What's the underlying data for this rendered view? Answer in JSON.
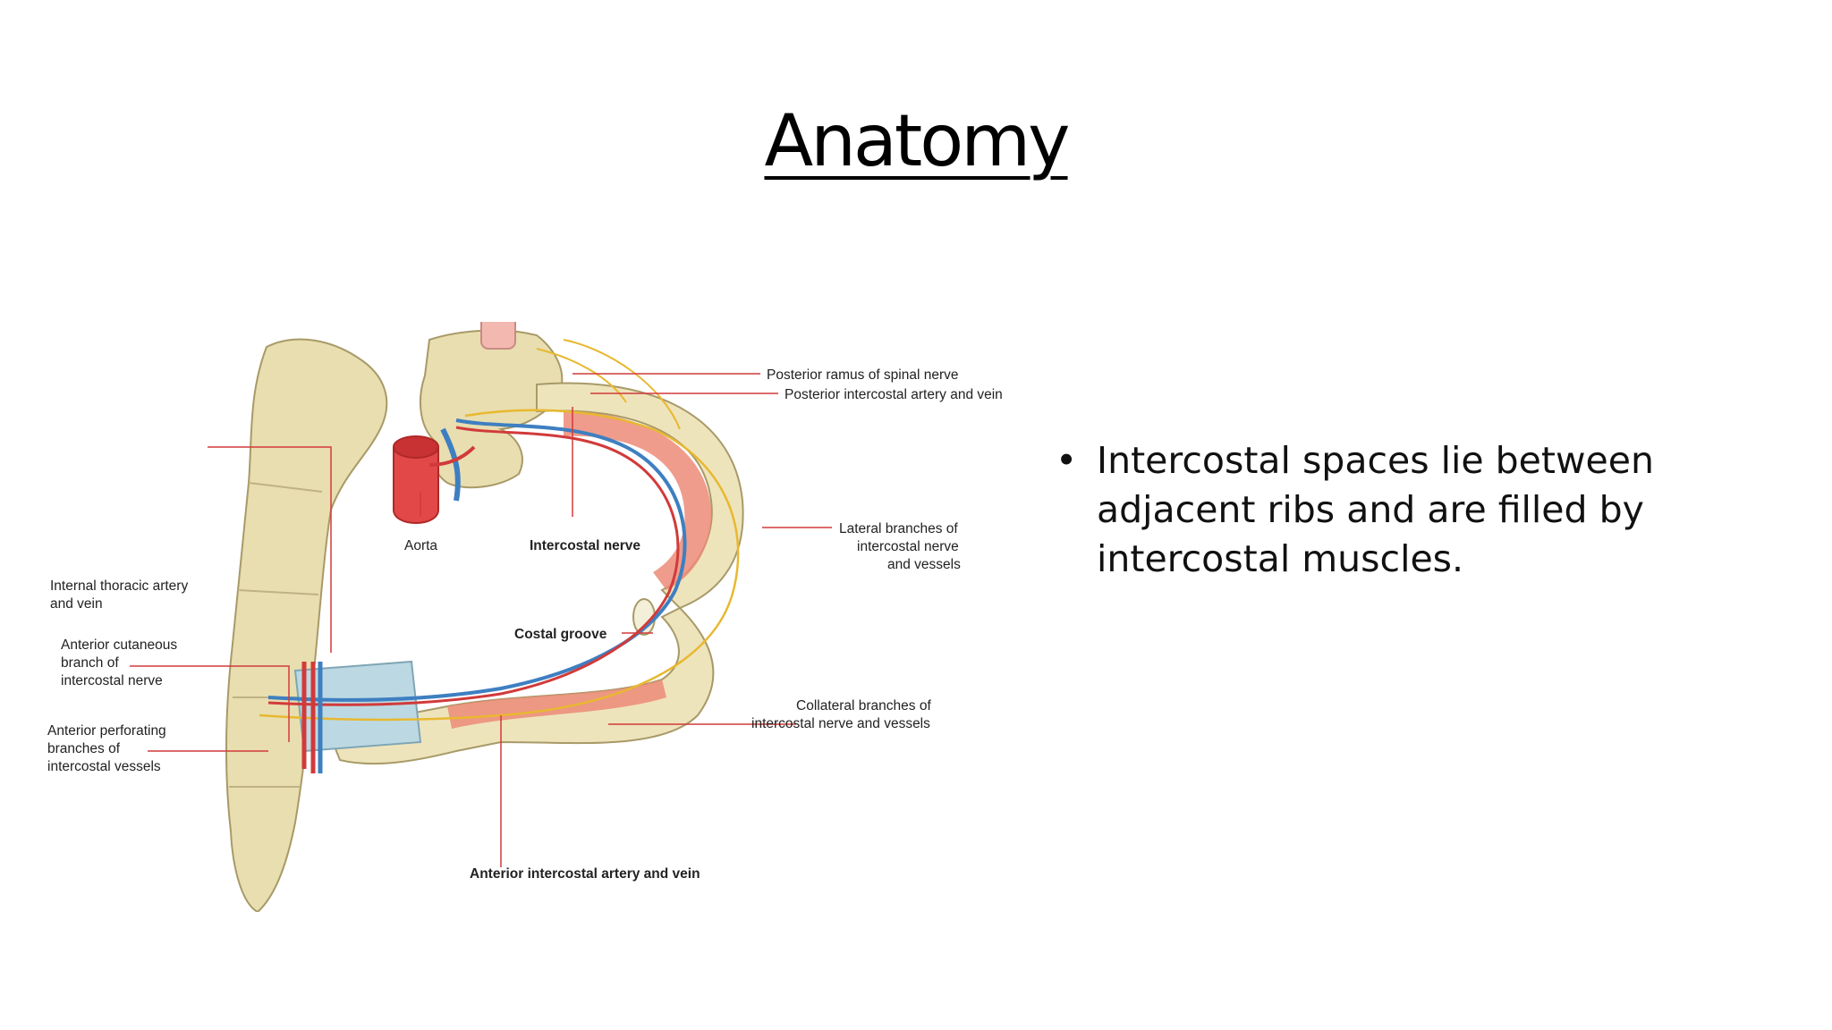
{
  "title": "Anatomy",
  "bullets": [
    "Intercostal spaces lie between adjacent ribs and are filled by intercostal muscles."
  ],
  "figure": {
    "labels": {
      "posterior_ramus": "Posterior ramus of spinal nerve",
      "posterior_intercostal": "Posterior intercostal artery and vein",
      "aorta": "Aorta",
      "intercostal_nerve": "Intercostal nerve",
      "lateral_1": "Lateral branches of",
      "lateral_2": "intercostal nerve",
      "lateral_3": "and vessels",
      "internal_thoracic_1": "Internal thoracic artery",
      "internal_thoracic_2": "and vein",
      "costal_groove": "Costal groove",
      "ant_cutaneous_1": "Anterior cutaneous",
      "ant_cutaneous_2": "branch of",
      "ant_cutaneous_3": "intercostal nerve",
      "collateral_1": "Collateral branches of",
      "collateral_2": "intercostal nerve and vessels",
      "ant_perforating_1": "Anterior perforating",
      "ant_perforating_2": "branches of",
      "ant_perforating_3": "intercostal vessels",
      "anterior_intercostal": "Anterior intercostal artery and vein"
    }
  }
}
